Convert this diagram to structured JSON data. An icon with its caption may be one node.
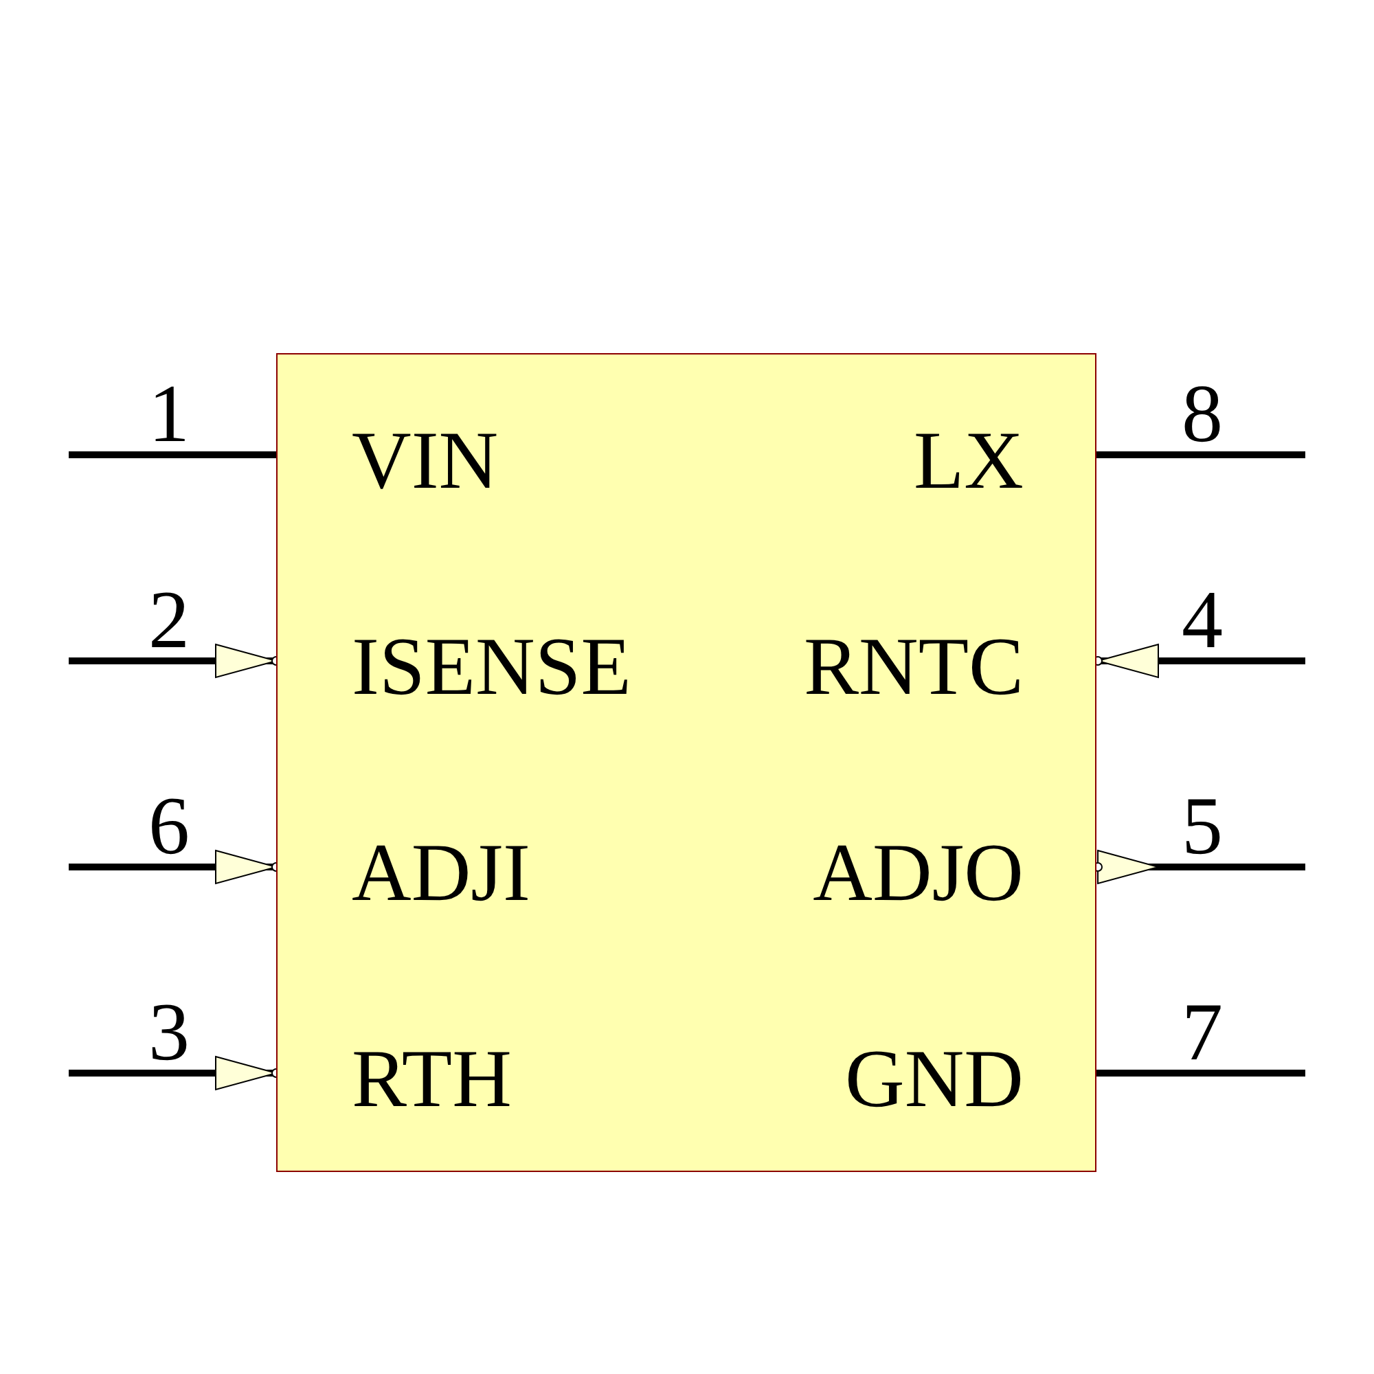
{
  "diagram": {
    "nodes": [
      {
        "text": [
          "VIN",
          "LX",
          "ISENSE",
          "RNTC",
          "ADJI",
          "ADJO",
          "RTH",
          "GND"
        ]
      }
    ],
    "labels": [
      "1",
      "8",
      "2",
      "4",
      "6",
      "5",
      "3",
      "7"
    ]
  }
}
